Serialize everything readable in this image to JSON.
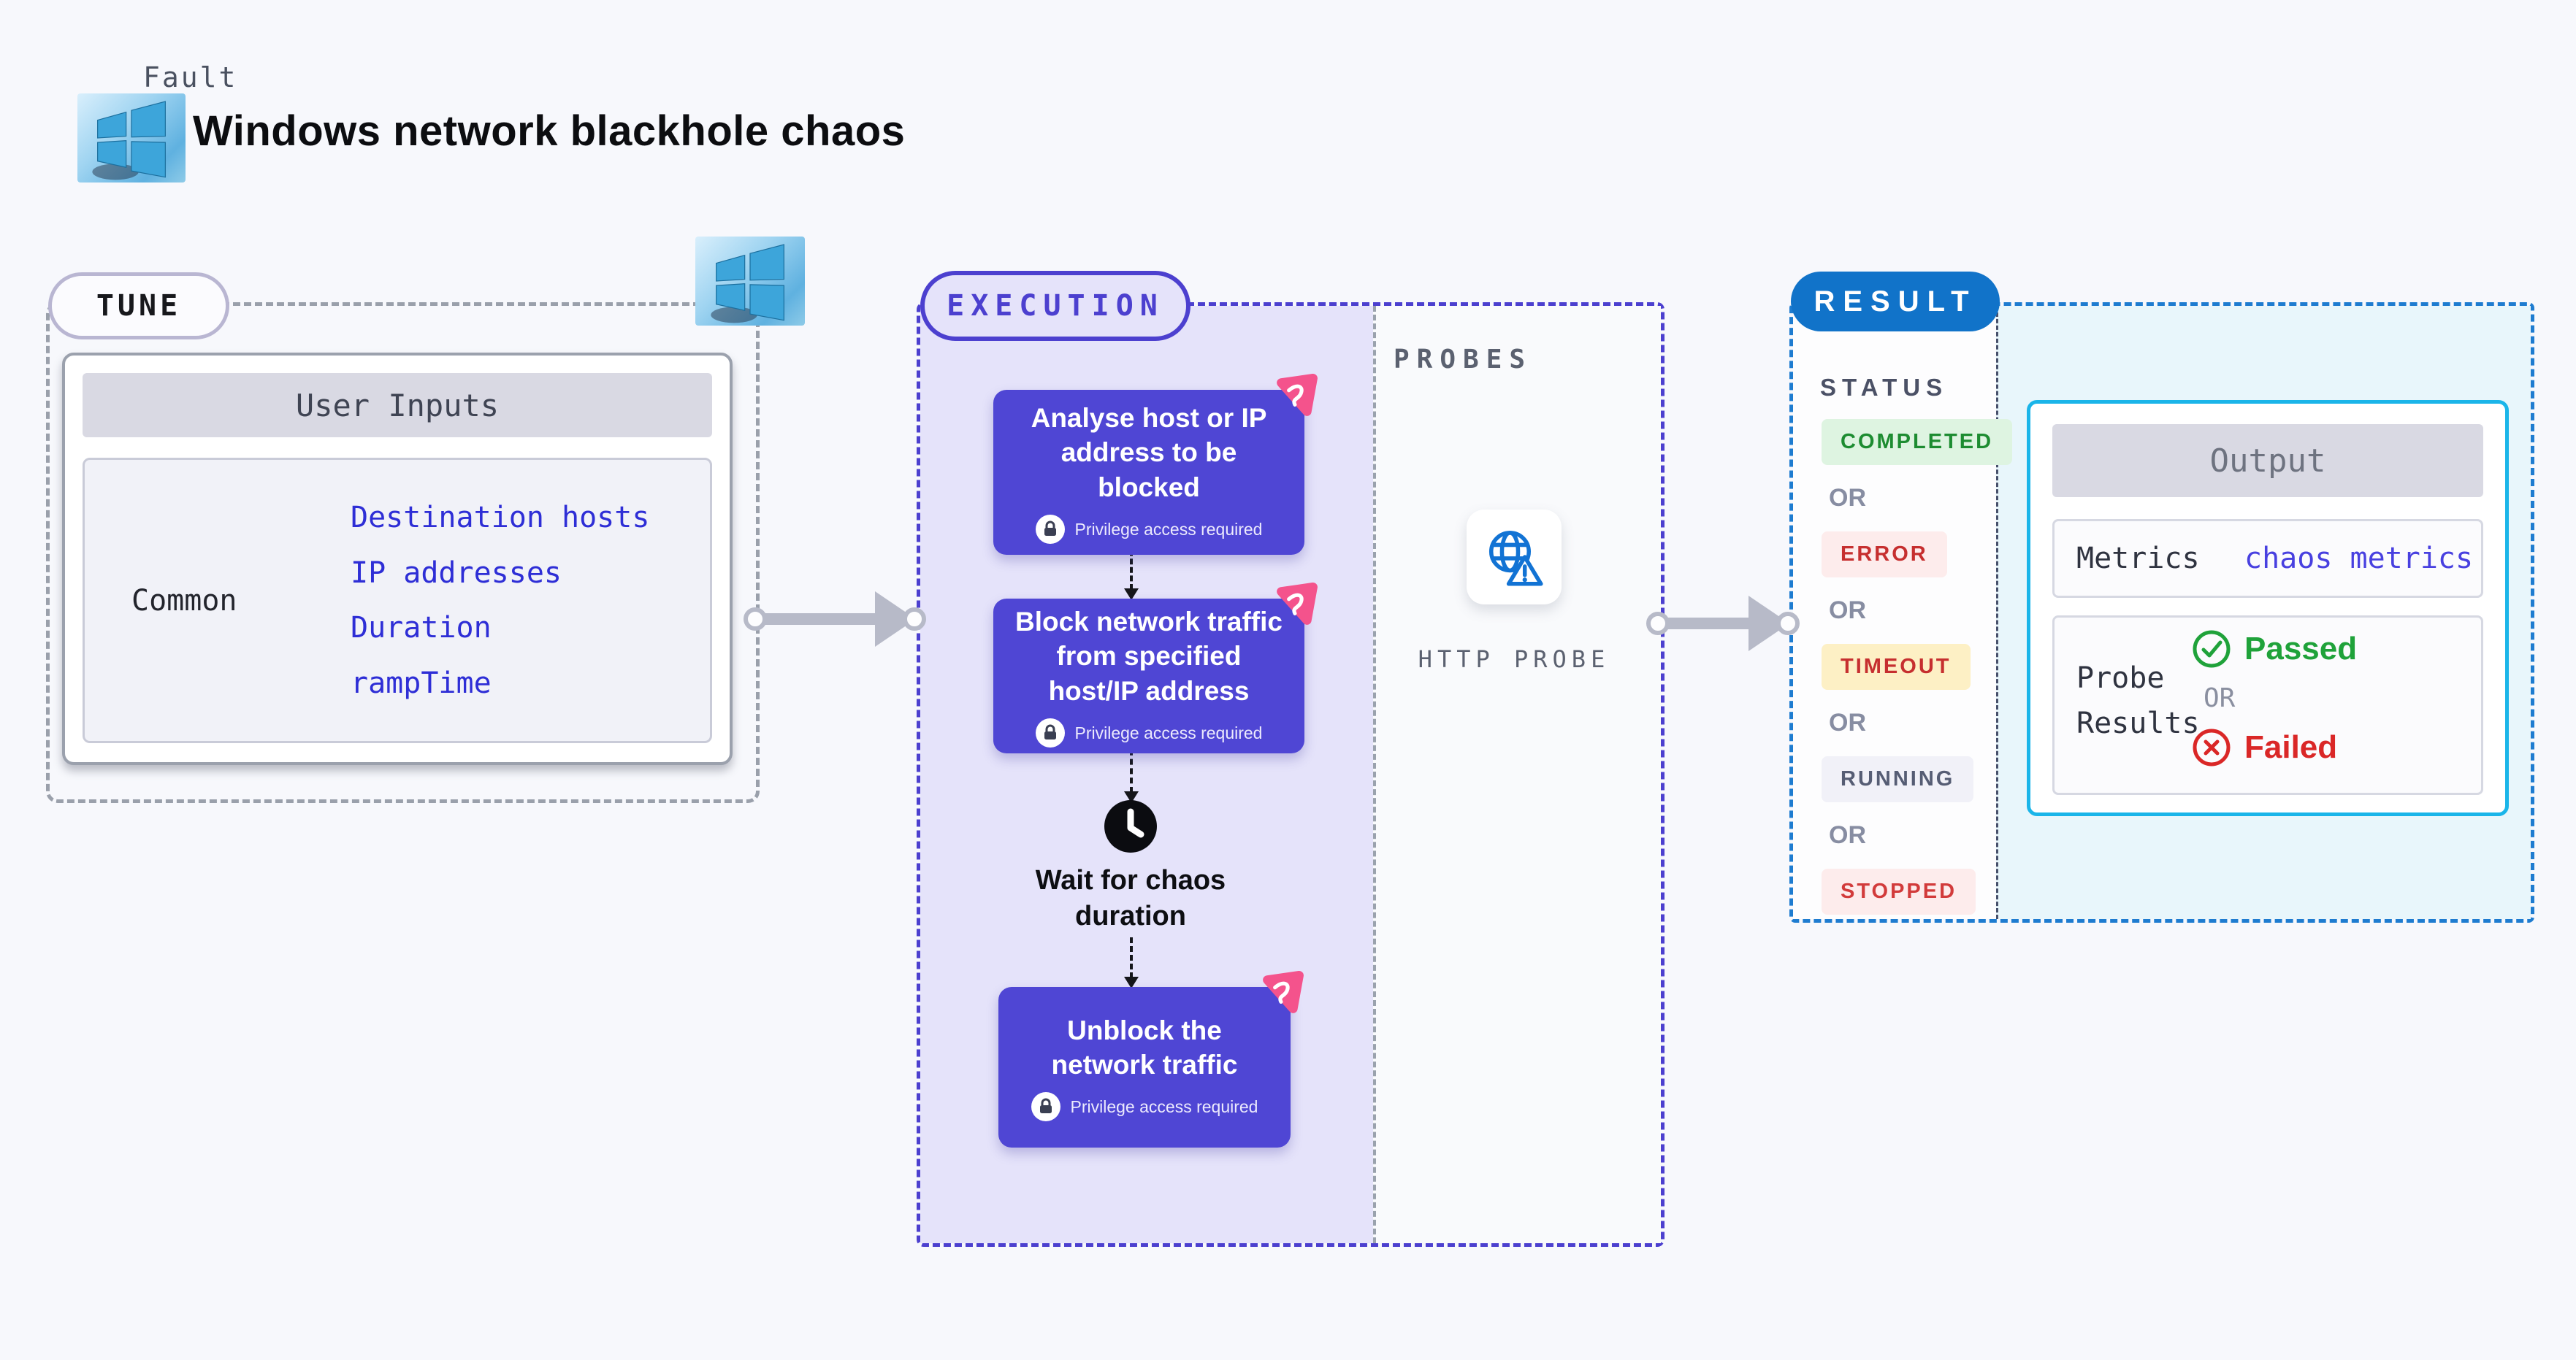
{
  "header": {
    "kicker": "Fault",
    "title": "Windows network blackhole chaos"
  },
  "tune": {
    "label": "TUNE",
    "table": {
      "header": "User Inputs",
      "row_label": "Common",
      "links": [
        "Destination hosts",
        "IP addresses",
        "Duration",
        "rampTime"
      ]
    }
  },
  "execution": {
    "label": "EXECUTION",
    "privilege_note": "Privilege access required",
    "steps": [
      {
        "type": "task",
        "text": "Analyse host or IP address to be blocked"
      },
      {
        "type": "task",
        "text": "Block network traffic from specified host/IP address"
      },
      {
        "type": "wait",
        "text": "Wait for chaos duration"
      },
      {
        "type": "task",
        "text": "Unblock the network traffic"
      }
    ]
  },
  "probes": {
    "label": "PROBES",
    "probe_label": "HTTP PROBE"
  },
  "result": {
    "label": "RESULT",
    "status": {
      "heading": "STATUS",
      "or_label": "OR",
      "badges": [
        {
          "text": "COMPLETED",
          "bg": "#def4e1",
          "color": "#1d8c31"
        },
        {
          "text": "ERROR",
          "bg": "#fdecec",
          "color": "#c62f2f"
        },
        {
          "text": "TIMEOUT",
          "bg": "#fdf0c5",
          "color": "#c62f2f"
        },
        {
          "text": "RUNNING",
          "bg": "#f1f1f8",
          "color": "#565d74"
        },
        {
          "text": "STOPPED",
          "bg": "#fdecec",
          "color": "#d23b3b"
        }
      ]
    },
    "output": {
      "header": "Output",
      "metrics_label": "Metrics",
      "metrics_link": "chaos metrics",
      "probe_results_label": "Probe Results",
      "passed": "Passed",
      "or_label": "OR",
      "failed": "Failed"
    }
  },
  "colors": {
    "page_bg": "#f7f8fc",
    "execution_accent": "#4c40cf",
    "execution_fill": "#e5e3fa",
    "node_fill": "#4f46d4",
    "result_accent": "#1173c9",
    "output_border": "#1ab5e9",
    "link_blue": "#2e2ed6",
    "litmus_pink": "#f4538c",
    "probe_icon_blue": "#1273d4",
    "passed_green": "#1fa23a",
    "failed_red": "#da2727"
  }
}
